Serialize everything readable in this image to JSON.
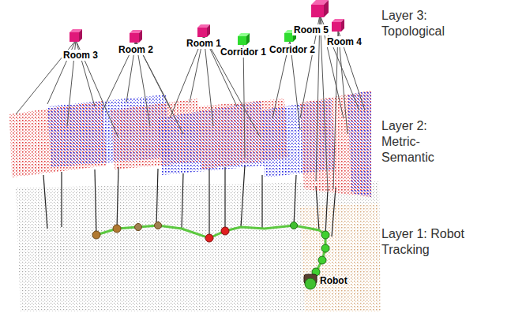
{
  "diagram": {
    "nodes": [
      {
        "text": [
          "Room 3"
        ]
      },
      {
        "text": [
          "Room 2"
        ]
      },
      {
        "text": [
          "Room 1"
        ]
      },
      {
        "text": [
          "Corridor 1"
        ]
      },
      {
        "text": [
          "Corridor 2"
        ]
      },
      {
        "text": [
          "Room 5"
        ]
      },
      {
        "text": [
          "Room 4"
        ]
      }
    ],
    "labels": [
      "Layer 3: Topological",
      "Layer 2: Metric-Semantic",
      "Layer 1: Robot Tracking",
      "Robot"
    ]
  }
}
